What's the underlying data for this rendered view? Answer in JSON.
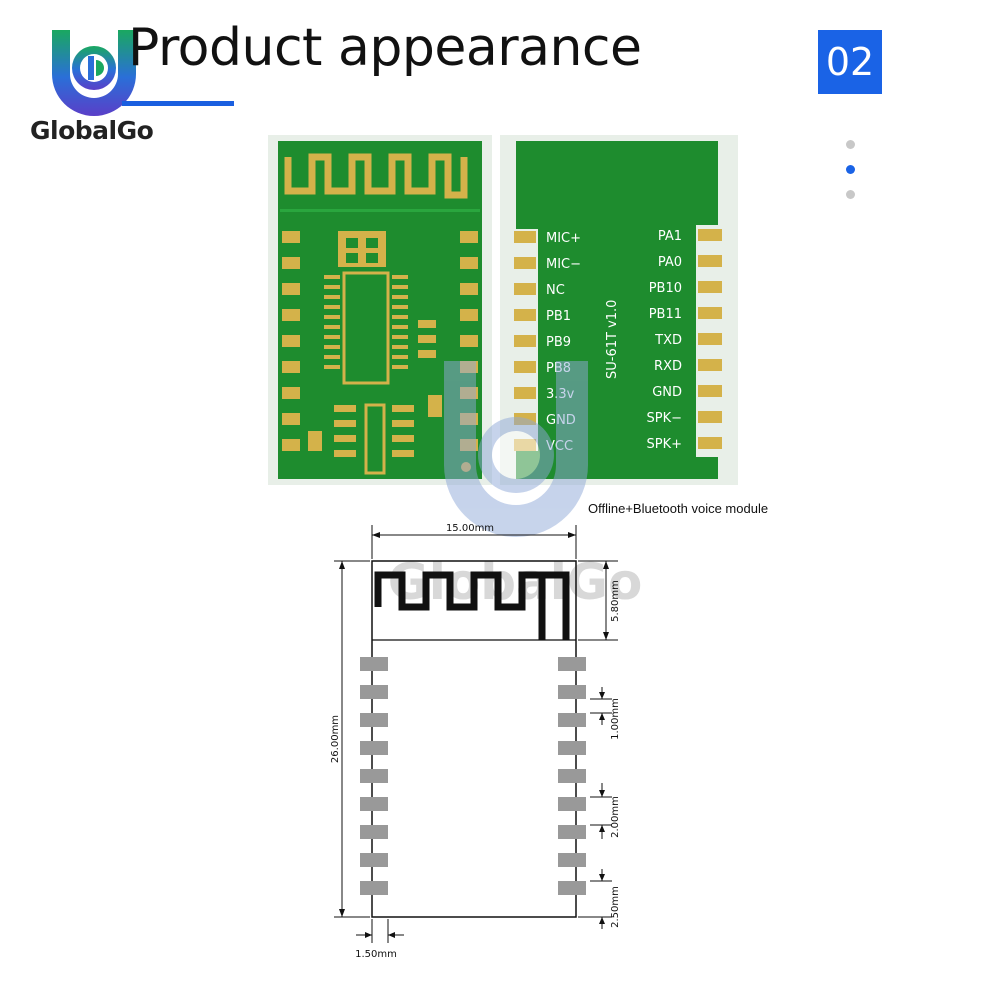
{
  "header": {
    "title": "Product appearance",
    "page_number": "02",
    "accent_color": "#1a63e6"
  },
  "brand": {
    "name": "GlobalGo",
    "logo_icon": "globalgo-logo-icon",
    "watermark_text": "GlobalGo"
  },
  "carousel": {
    "dot_count": 3,
    "active_index": 1
  },
  "module_front": {
    "pcb_color": "#1e8c2e",
    "pad_color": "#d4b24a"
  },
  "module_back": {
    "board_label": "SU-61T v1.0",
    "left_pins": [
      "MIC+",
      "MIC−",
      "NC",
      "PB1",
      "PB9",
      "PB8",
      "3.3v",
      "GND",
      "VCC"
    ],
    "right_pins": [
      "PA1",
      "PA0",
      "PB10",
      "PB11",
      "TXD",
      "RXD",
      "GND",
      "SPK−",
      "SPK+"
    ]
  },
  "caption": "Offline+Bluetooth voice module",
  "dimensions": {
    "width": "15.00mm",
    "height": "26.00mm",
    "antenna_height": "5.80mm",
    "pad_width": "1.00mm",
    "pad_pitch": "2.00mm",
    "bottom_margin": "2.50mm",
    "edge_offset": "1.50mm"
  }
}
